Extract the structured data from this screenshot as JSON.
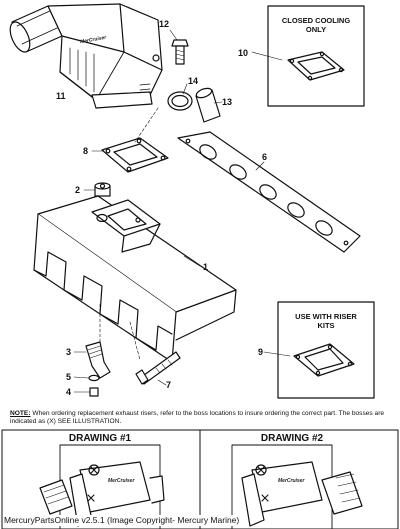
{
  "callouts": {
    "c1": "1",
    "c2": "2",
    "c3": "3",
    "c4": "4",
    "c5": "5",
    "c6": "6",
    "c7": "7",
    "c8": "8",
    "c9": "9",
    "c10": "10",
    "c11": "11",
    "c12": "12",
    "c13": "13",
    "c14": "14"
  },
  "boxes": {
    "closed_cooling": "CLOSED COOLING ONLY",
    "riser_kits": "USE WITH RISER KITS"
  },
  "brand_mark": "MerCruiser",
  "note": {
    "label": "NOTE:",
    "text": "When ordering replacement exhaust risers, refer to the boss locations to insure ordering the correct part. The bosses are indicated as (X) SEE ILLUSTRATION."
  },
  "drawings": {
    "d1_title": "DRAWING #1",
    "d2_title": "DRAWING #2"
  },
  "footer": "MercuryPartsOnline v2.5.1 (Image Copyright- Mercury Marine)"
}
